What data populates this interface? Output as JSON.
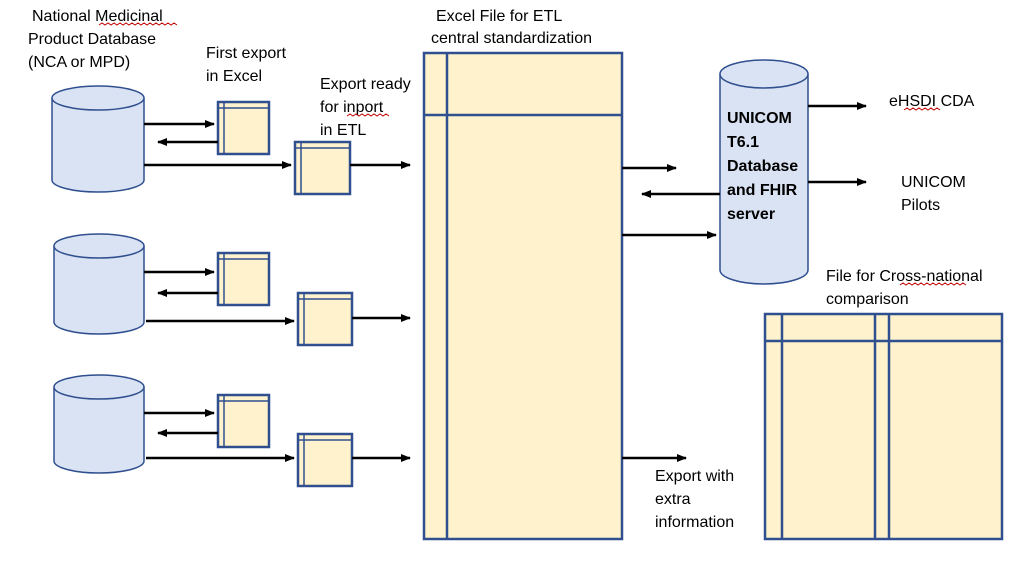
{
  "colors": {
    "box_fill": "#fff2cc",
    "box_stroke": "#2f4f8f",
    "db_fill": "#dae3f3",
    "db_stroke": "#2f4f8f",
    "arrow": "#000000"
  },
  "labels": {
    "source_db": [
      "National Medicinal",
      "Product Database",
      "(NCA or MPD)"
    ],
    "first_export": [
      "First export",
      "in Excel"
    ],
    "export_ready": [
      "Export ready",
      "for inport",
      "in ETL"
    ],
    "etl_file": [
      "Excel File for ETL",
      "central standardization"
    ],
    "unicom_db": [
      "UNICOM",
      "T6.1",
      "Database",
      "and FHIR",
      "server"
    ],
    "ehsdi": "eHSDI CDA",
    "pilots": [
      "UNICOM",
      "Pilots"
    ],
    "cross_national": [
      "File for Cross-national",
      "comparison"
    ],
    "extra_export": [
      "Export with",
      "extra",
      "information"
    ]
  },
  "icons": {
    "source_databases": [
      "database-icon",
      "database-icon",
      "database-icon"
    ],
    "export_files": [
      "spreadsheet-icon",
      "spreadsheet-icon"
    ]
  }
}
